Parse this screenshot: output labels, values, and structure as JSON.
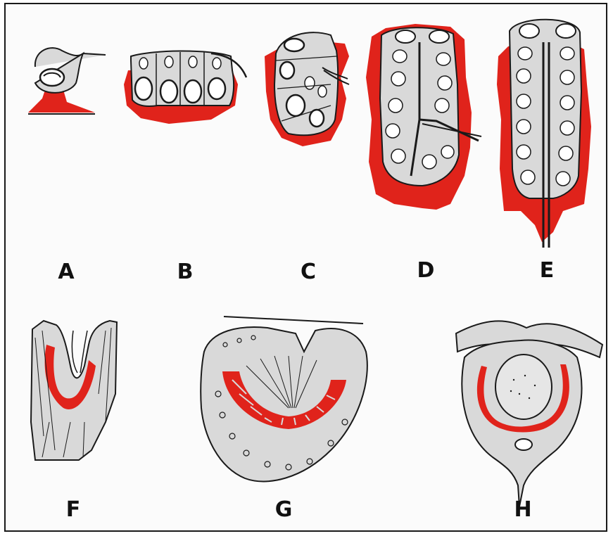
{
  "panels": [
    {
      "id": "A",
      "label": "A"
    },
    {
      "id": "B",
      "label": "B"
    },
    {
      "id": "C",
      "label": "C"
    },
    {
      "id": "D",
      "label": "D"
    },
    {
      "id": "E",
      "label": "E"
    },
    {
      "id": "F",
      "label": "F"
    },
    {
      "id": "G",
      "label": "G"
    },
    {
      "id": "H",
      "label": "H"
    }
  ],
  "colors": {
    "red": "#e0231b",
    "gray": "#d9d9d9",
    "ink": "#1a1a1a"
  }
}
